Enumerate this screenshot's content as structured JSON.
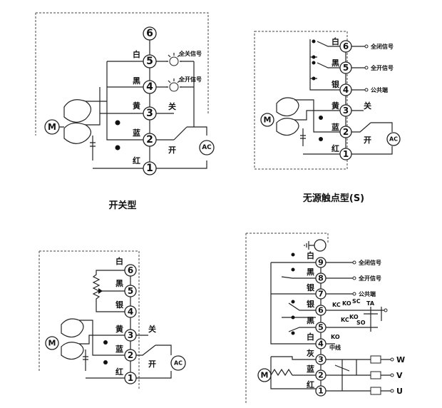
{
  "panels": {
    "switch_type": {
      "title": "开关型",
      "terminals": [
        "6",
        "5",
        "4",
        "3",
        "2",
        "1"
      ],
      "wire_colors": [
        "白",
        "黑",
        "黄",
        "蓝",
        "红"
      ],
      "signal_close": "全关信号",
      "signal_open": "全开信号",
      "switch_close": "关",
      "switch_open": "开",
      "motor": "M",
      "power": "AC"
    },
    "passive_contact": {
      "title": "无源触点型(S)",
      "terminals": [
        "6",
        "5",
        "4",
        "3",
        "2",
        "1"
      ],
      "wire_colors": [
        "白",
        "黑",
        "银",
        "黄",
        "蓝",
        "红"
      ],
      "sig_close": "全闭信号",
      "sig_open": "全开信号",
      "common": "公共端",
      "switch_close": "关",
      "switch_open": "开",
      "motor": "M",
      "power": "AC"
    },
    "potentiometer": {
      "terminals": [
        "6",
        "5",
        "4",
        "3",
        "2",
        "1"
      ],
      "wire_colors": [
        "白",
        "黑",
        "银",
        "黄",
        "蓝",
        "红"
      ],
      "switch_close": "关",
      "switch_open": "开",
      "motor": "M",
      "power": "AC"
    },
    "three_phase": {
      "terminals": [
        "9",
        "8",
        "7",
        "6",
        "5",
        "4",
        "3",
        "2",
        "1"
      ],
      "wire_colors": [
        "白",
        "黑",
        "银",
        "银",
        "黑",
        "白",
        "灰",
        "蓝",
        "红"
      ],
      "sig_close": "全闭信号",
      "sig_open": "全开信号",
      "common": "公共端",
      "relay_labels": [
        "KC",
        "KO",
        "SC",
        "TA",
        "KC",
        "KO",
        "SO",
        "KO"
      ],
      "neutral": "中线",
      "phases": [
        "W",
        "V",
        "U"
      ],
      "motor": "M"
    }
  }
}
